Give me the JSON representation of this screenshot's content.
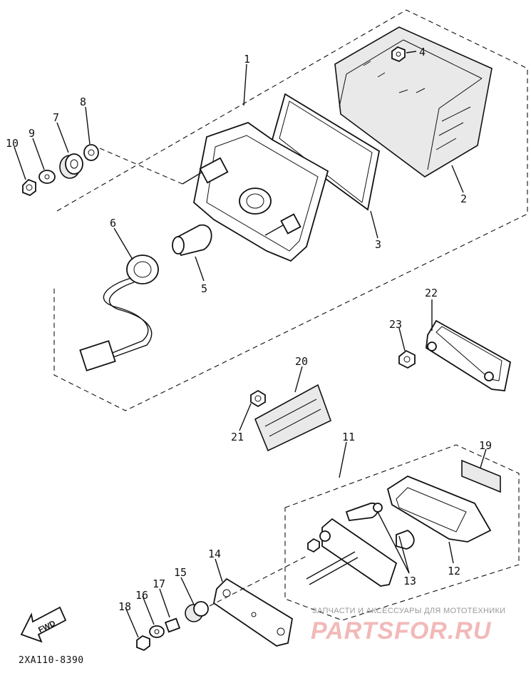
{
  "diagram": {
    "callouts": [
      {
        "id": "1",
        "label": "1"
      },
      {
        "id": "2",
        "label": "2"
      },
      {
        "id": "3",
        "label": "3"
      },
      {
        "id": "4",
        "label": "4"
      },
      {
        "id": "5",
        "label": "5"
      },
      {
        "id": "6",
        "label": "6"
      },
      {
        "id": "7",
        "label": "7"
      },
      {
        "id": "8",
        "label": "8"
      },
      {
        "id": "9",
        "label": "9"
      },
      {
        "id": "10",
        "label": "10"
      },
      {
        "id": "11",
        "label": "11"
      },
      {
        "id": "12",
        "label": "12"
      },
      {
        "id": "13",
        "label": "13"
      },
      {
        "id": "14",
        "label": "14"
      },
      {
        "id": "15",
        "label": "15"
      },
      {
        "id": "16",
        "label": "16"
      },
      {
        "id": "17",
        "label": "17"
      },
      {
        "id": "18",
        "label": "18"
      },
      {
        "id": "19",
        "label": "19"
      },
      {
        "id": "20",
        "label": "20"
      },
      {
        "id": "21",
        "label": "21"
      },
      {
        "id": "22",
        "label": "22"
      },
      {
        "id": "23",
        "label": "23"
      }
    ],
    "drawing_code": "2XA110-8390",
    "direction_marker": "FWD"
  },
  "watermark": {
    "caption": "ЗАПЧАСТИ И АКСЕССУАРЫ ДЛЯ МОТОТЕХНИКИ",
    "brand": "PARTSFOR.RU",
    "color": "#f2b9b9"
  }
}
